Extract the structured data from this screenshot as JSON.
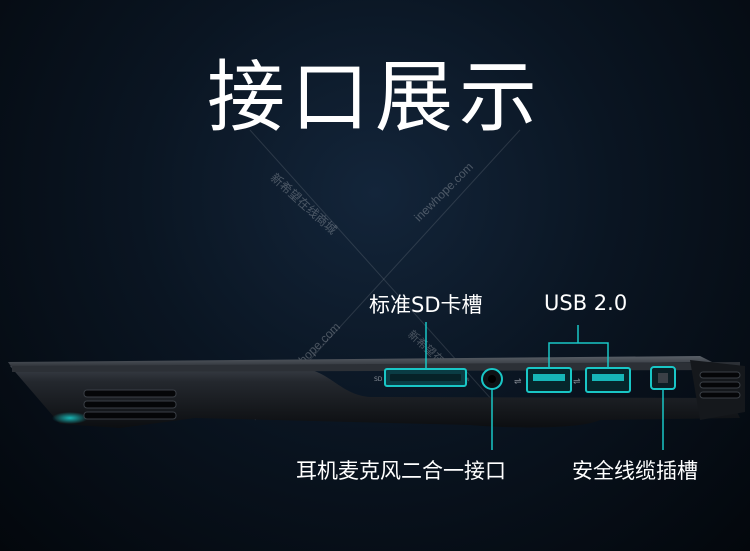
{
  "title": "接口展示",
  "watermarks": {
    "cn": "新希望在线商城",
    "en": "inewhope.com",
    "cn_small": "新希望在线商城",
    "en_small": "inewhope.com"
  },
  "labels": {
    "sd_slot": "标准SD卡槽",
    "usb": "USB 2.0",
    "audio_jack": "耳机麦克风二合一接口",
    "security_slot": "安全线缆插槽"
  },
  "port_markings": {
    "sd": "SD"
  },
  "colors": {
    "accent": "#19c6c6",
    "background": "#0a1522",
    "text": "#ffffff"
  }
}
